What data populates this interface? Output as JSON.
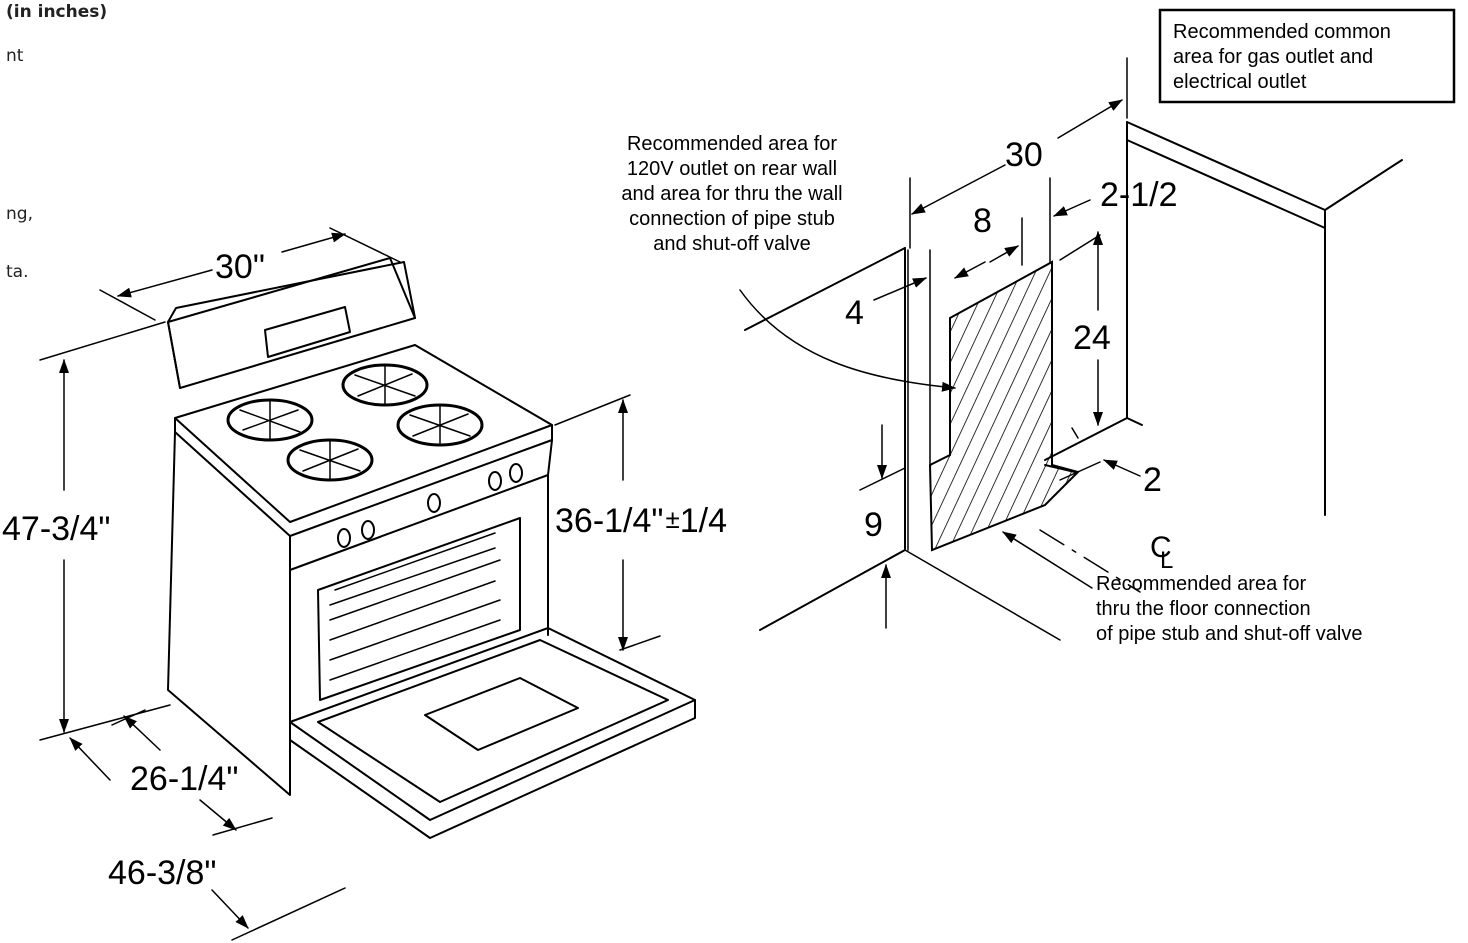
{
  "header": {
    "units_label": "(in inches)",
    "left_fragments": [
      "nt",
      "ng,",
      "ta."
    ]
  },
  "range_dimensions": {
    "width": "30\"",
    "height": "47-3/4\"",
    "cooktop_height": "36-1/4\"",
    "cooktop_tolerance_sign": "±",
    "cooktop_tolerance": "1/4",
    "depth": "26-1/4\"",
    "depth_door_open": "46-3/8\""
  },
  "wall_dimensions": {
    "width": "30",
    "outlet_width": "8",
    "offset_right": "2-1/2",
    "offset_left": "4",
    "height": "24",
    "floor_offset": "9",
    "centerline_offset": "2",
    "centerline_symbol": "C",
    "centerline_symbol_sub": "L"
  },
  "notes": {
    "common_area": [
      "Recommended common",
      "area for gas outlet and",
      "electrical outlet"
    ],
    "wall_area": [
      "Recommended area for",
      "120V outlet on rear wall",
      "and area for thru the wall",
      "connection of pipe stub",
      "and shut-off valve"
    ],
    "floor_area": [
      "Recommended area for",
      "thru the floor connection",
      "of pipe stub and shut-off valve"
    ]
  }
}
